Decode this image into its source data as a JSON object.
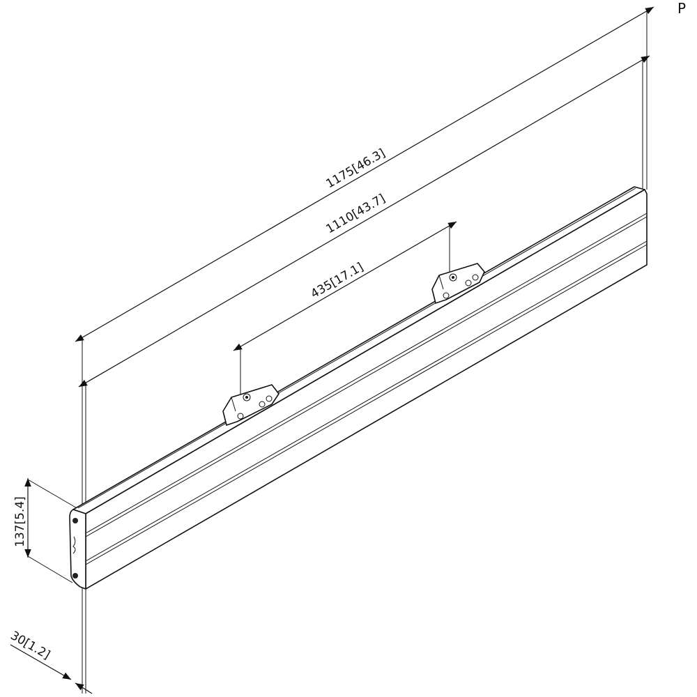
{
  "corner_text": "P",
  "dimensions": {
    "overall_length": {
      "mm": "1175",
      "in": "46.3"
    },
    "rail_length": {
      "mm": "1110",
      "in": "43.7"
    },
    "bracket_spacing": {
      "mm": "435",
      "in": "17.1"
    },
    "height": {
      "mm": "137",
      "in": "5.4"
    },
    "depth": {
      "mm": "30",
      "in": "1.2"
    }
  },
  "logo": "logo-mark"
}
